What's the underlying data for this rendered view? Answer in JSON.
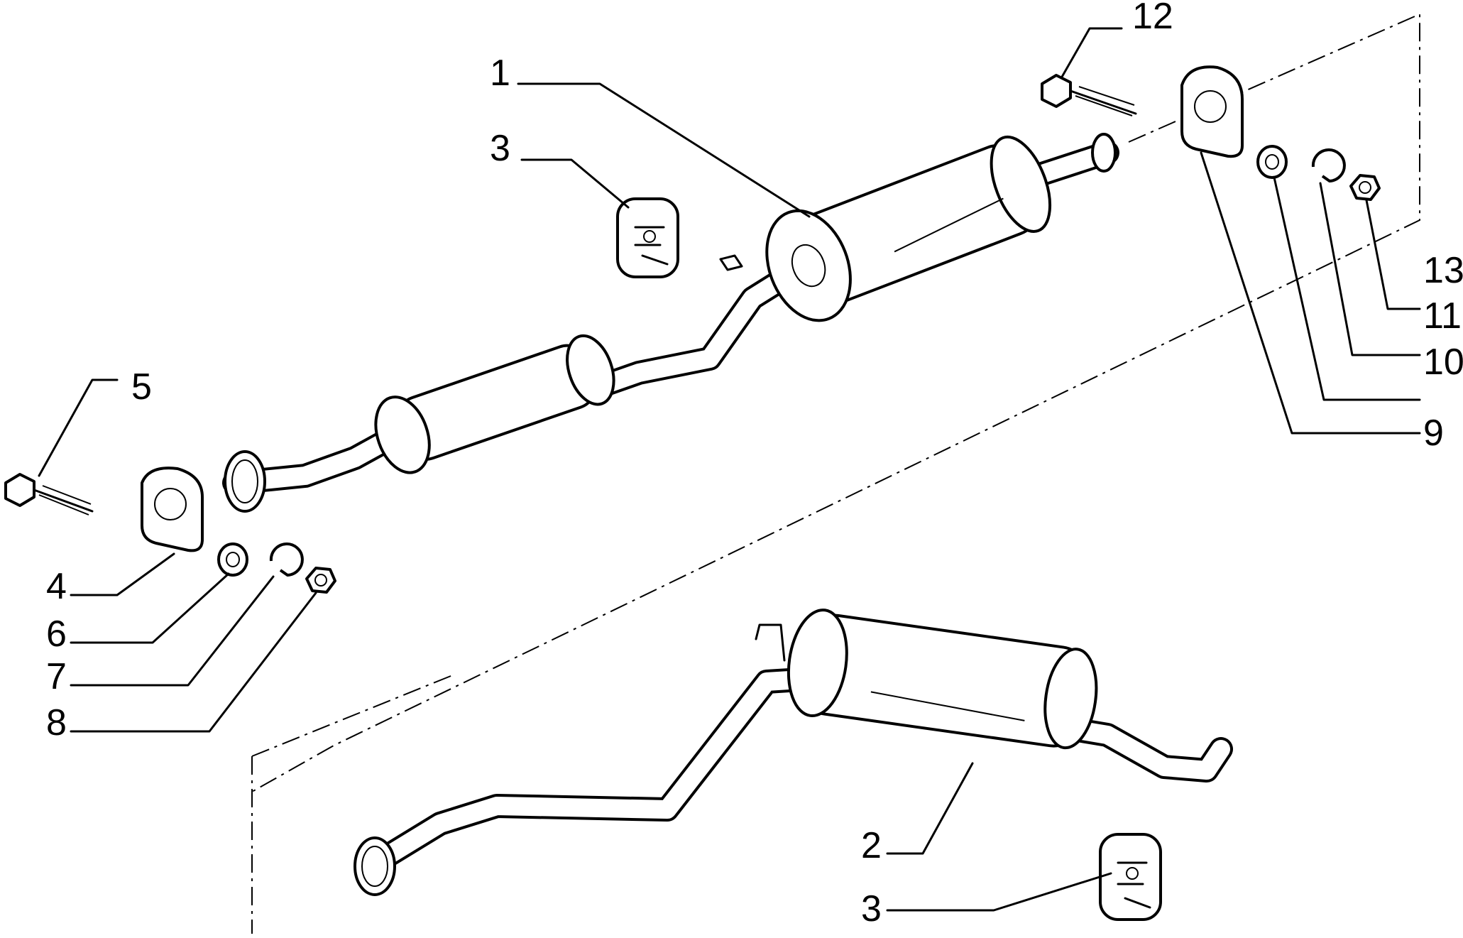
{
  "callouts": [
    {
      "id": "c1",
      "label": "1"
    },
    {
      "id": "c2",
      "label": "2"
    },
    {
      "id": "c3a",
      "label": "3"
    },
    {
      "id": "c3b",
      "label": "3"
    },
    {
      "id": "c4",
      "label": "4"
    },
    {
      "id": "c5",
      "label": "5"
    },
    {
      "id": "c6",
      "label": "6"
    },
    {
      "id": "c7",
      "label": "7"
    },
    {
      "id": "c8",
      "label": "8"
    },
    {
      "id": "c9",
      "label": "9"
    },
    {
      "id": "c10",
      "label": "10"
    },
    {
      "id": "c11",
      "label": "11"
    },
    {
      "id": "c12",
      "label": "12"
    },
    {
      "id": "c13",
      "label": "13"
    }
  ]
}
